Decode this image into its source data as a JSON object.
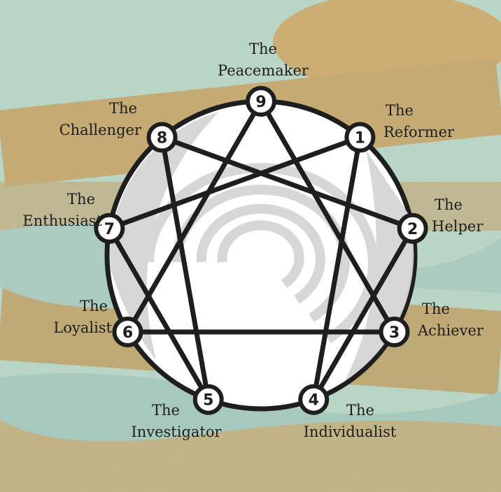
{
  "colors": {
    "ink": "#1e1e1e",
    "circle_fill": "#ffffff",
    "shade": "#d3d3d3",
    "bg_teal": "#b9d8c8",
    "bg_gold": "#c9a15d"
  },
  "points": [
    {
      "number": "9",
      "line1": "The",
      "line2": "Peacemaker"
    },
    {
      "number": "1",
      "line1": "The",
      "line2": "Reformer"
    },
    {
      "number": "2",
      "line1": "The",
      "line2": "Helper"
    },
    {
      "number": "3",
      "line1": "The",
      "line2": "Achiever"
    },
    {
      "number": "4",
      "line1": "The",
      "line2": "Individualist"
    },
    {
      "number": "5",
      "line1": "The",
      "line2": "Investigator"
    },
    {
      "number": "6",
      "line1": "The",
      "line2": "Loyalist"
    },
    {
      "number": "7",
      "line1": "The",
      "line2": "Enthusiast"
    },
    {
      "number": "8",
      "line1": "The",
      "line2": "Challenger"
    }
  ],
  "connections": [
    [
      "3",
      "6"
    ],
    [
      "6",
      "9"
    ],
    [
      "9",
      "3"
    ],
    [
      "1",
      "4"
    ],
    [
      "4",
      "2"
    ],
    [
      "2",
      "8"
    ],
    [
      "8",
      "5"
    ],
    [
      "5",
      "7"
    ],
    [
      "7",
      "1"
    ]
  ]
}
